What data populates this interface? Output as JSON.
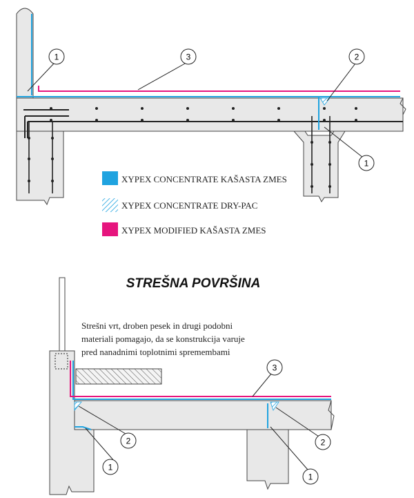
{
  "colors": {
    "concentrate_slurry": "#1fa3e0",
    "modified_slurry": "#e6157e",
    "concrete_fill": "#e8e8e8",
    "rebar": "#222222",
    "outline": "#444444"
  },
  "legend": [
    {
      "label": "XYPEX CONCENTRATE KAŠASTA ZMES",
      "swatch": "solid-blue"
    },
    {
      "label": "XYPEX CONCENTRATE DRY-PAC",
      "swatch": "hatched-blue"
    },
    {
      "label": "XYPEX MODIFIED KAŠASTA ZMES",
      "swatch": "solid-magenta"
    }
  ],
  "roof_section": {
    "title": "STREŠNA POVRŠINA",
    "note_lines": [
      "Strešni vrt, droben pesek in drugi podobni",
      "materiali pomagajo, da se konstrukcija varuje",
      "pred nanadnimi toplotnimi spremembami"
    ]
  },
  "callouts": {
    "top": [
      "1",
      "3",
      "2",
      "1"
    ],
    "bottom": [
      "3",
      "2",
      "1",
      "2",
      "1"
    ]
  }
}
